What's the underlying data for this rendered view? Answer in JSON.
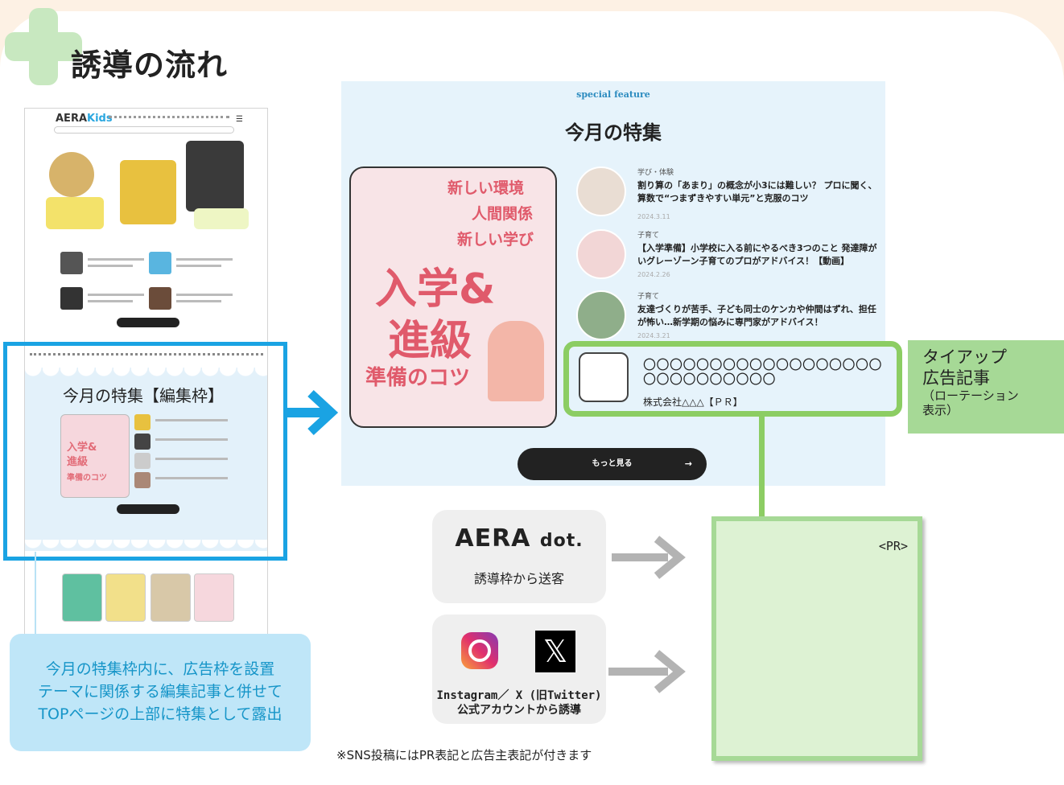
{
  "title": "誘導の流れ",
  "colors": {
    "blue": "#1aa3e3",
    "green": "#8ccd63",
    "light_green": "#a6d996",
    "peach": "#fdf1e4"
  },
  "left_mock": {
    "logo_prefix": "AERA",
    "logo_main": "Kids",
    "menu_icon": "☰",
    "feature_label": "今月の特集【編集枠】",
    "feature_card_text": [
      "入学&",
      "進級",
      "準備のコツ"
    ]
  },
  "note": {
    "lines": [
      "今月の特集枠内に、広告枠を設置",
      "テーマに関係する編集記事と併せて",
      "TOPページの上部に特集として露出"
    ]
  },
  "panel": {
    "kicker": "special feature",
    "title": "今月の特集",
    "card_lines": [
      "新しい環境",
      "人間関係",
      "新しい学び",
      "入学&",
      "進級",
      "準備のコツ"
    ],
    "articles": [
      {
        "category": "学び・体験",
        "title": "割り算の「あまり」の概念が小3には難しい？ プロに聞く、算数で“つまずきやすい単元”と克服のコツ",
        "date": "2024.3.11"
      },
      {
        "category": "子育て",
        "title": "【入学準備】小学校に入る前にやるべき3つのこと 発達障がいグレーゾーン子育てのプロがアドバイス！【動画】",
        "date": "2024.2.26"
      },
      {
        "category": "子育て",
        "title": "友達づくりが苦手、子ども同士のケンカや仲間はずれ、担任が怖い…新学期の悩みに専門家がアドバイス！",
        "date": "2024.3.21"
      }
    ],
    "ad": {
      "title": "〇〇〇〇〇〇〇〇〇〇〇〇〇〇〇〇〇〇〇〇〇〇〇〇〇〇〇〇",
      "sponsor": "株式会社△△△【ＰＲ】"
    },
    "more_label": "もっと見る",
    "more_arrow": "→"
  },
  "tieup": {
    "main_1": "タイアップ",
    "main_2": "広告記事",
    "sub_1": "（ローテーション",
    "sub_2": "表示）"
  },
  "pr_box": {
    "label": "<PR>"
  },
  "sources": {
    "aera_logo_main": "AERA",
    "aera_logo_sub": "dot.",
    "aera_text": "誘導枠から送客",
    "sns_text_1": "Instagram／ X (旧Twitter)",
    "sns_text_2": "公式アカウントから誘導",
    "x_glyph": "𝕏"
  },
  "footnote": "※SNS投稿にはPR表記と広告主表記が付きます"
}
